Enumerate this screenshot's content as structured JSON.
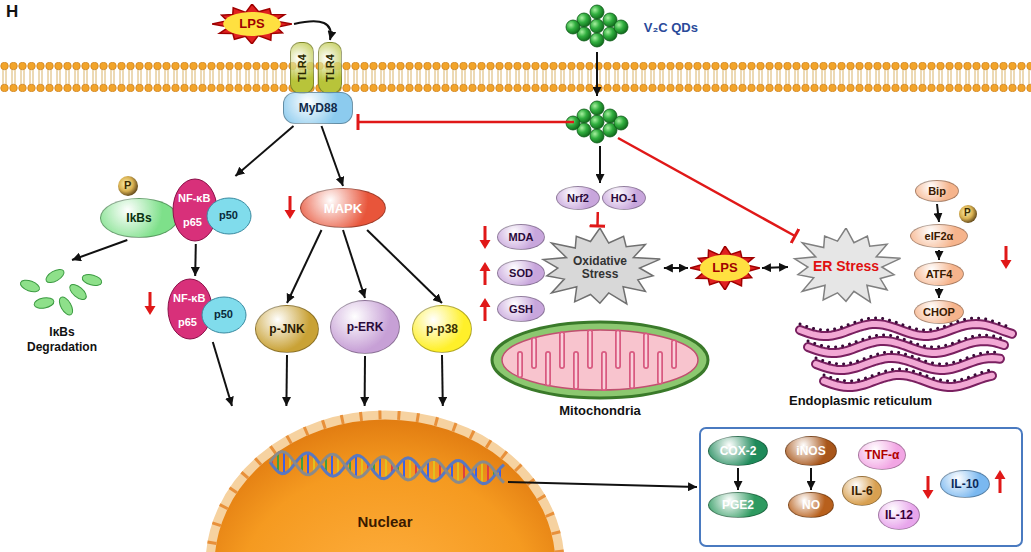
{
  "diagram": {
    "nodes": [
      {
        "text": [
          "LPS"
        ]
      },
      {
        "text": [
          "TLR4"
        ]
      },
      {
        "text": [
          "TLR4"
        ]
      },
      {
        "text": [
          "MyD88"
        ]
      },
      {
        "text": [
          "V₂C QDs"
        ]
      },
      {
        "text": [
          "IkBs"
        ]
      },
      {
        "text": [
          "NF-κB",
          "p65",
          "p50"
        ]
      },
      {
        "text": [
          "IκBs Degradation"
        ]
      },
      {
        "text": [
          "MAPK"
        ]
      },
      {
        "text": [
          "NF-κB",
          "p65",
          "p50"
        ]
      },
      {
        "text": [
          "p-JNK"
        ]
      },
      {
        "text": [
          "p-ERK"
        ]
      },
      {
        "text": [
          "p-p38"
        ]
      },
      {
        "text": [
          "Nuclear"
        ]
      },
      {
        "text": [
          "Nrf2"
        ]
      },
      {
        "text": [
          "HO-1"
        ]
      },
      {
        "text": [
          "MDA"
        ]
      },
      {
        "text": [
          "SOD"
        ]
      },
      {
        "text": [
          "GSH"
        ]
      },
      {
        "text": [
          "Oxidative Stress"
        ]
      },
      {
        "text": [
          "Mitochondria"
        ]
      },
      {
        "text": [
          "LPS"
        ]
      },
      {
        "text": [
          "ER Stress"
        ]
      },
      {
        "text": [
          "Bip"
        ]
      },
      {
        "text": [
          "eIF2α"
        ]
      },
      {
        "text": [
          "ATF4"
        ]
      },
      {
        "text": [
          "CHOP"
        ]
      },
      {
        "text": [
          "Endoplasmic reticulum"
        ]
      },
      {
        "text": [
          "COX-2"
        ]
      },
      {
        "text": [
          "iNOS"
        ]
      },
      {
        "text": [
          "TNF-α"
        ]
      },
      {
        "text": [
          "PGE2"
        ]
      },
      {
        "text": [
          "NO"
        ]
      },
      {
        "text": [
          "IL-6"
        ]
      },
      {
        "text": [
          "IL-12"
        ]
      },
      {
        "text": [
          "IL-10"
        ]
      }
    ],
    "edges": [
      {
        "from": 0,
        "to": 2,
        "arrow": "to"
      },
      {
        "from": 3,
        "to": 6,
        "arrow": "to"
      },
      {
        "from": 3,
        "to": 8,
        "arrow": "to"
      },
      {
        "from": 5,
        "to": 7,
        "arrow": "to"
      },
      {
        "from": 6,
        "to": 9,
        "arrow": "to"
      },
      {
        "from": 8,
        "to": 10,
        "arrow": "to"
      },
      {
        "from": 8,
        "to": 11,
        "arrow": "to"
      },
      {
        "from": 8,
        "to": 12,
        "arrow": "to"
      },
      {
        "from": 10,
        "to": 13,
        "arrow": "to"
      },
      {
        "from": 11,
        "to": 13,
        "arrow": "to"
      },
      {
        "from": 12,
        "to": 13,
        "arrow": "to"
      },
      {
        "from": 9,
        "to": 13,
        "arrow": "to"
      },
      {
        "from": 14,
        "to": 19,
        "arrow": "to"
      },
      {
        "from": 21,
        "to": 19,
        "arrow": "both"
      },
      {
        "from": 21,
        "to": 22,
        "arrow": "both"
      },
      {
        "from": 23,
        "to": 24,
        "arrow": "to"
      },
      {
        "from": 24,
        "to": 25,
        "arrow": "to"
      },
      {
        "from": 25,
        "to": 26,
        "arrow": "to"
      },
      {
        "from": 28,
        "to": 31,
        "arrow": "to"
      },
      {
        "from": 29,
        "to": 32,
        "arrow": "to"
      }
    ],
    "labels": [
      "H",
      "P",
      "P"
    ]
  }
}
